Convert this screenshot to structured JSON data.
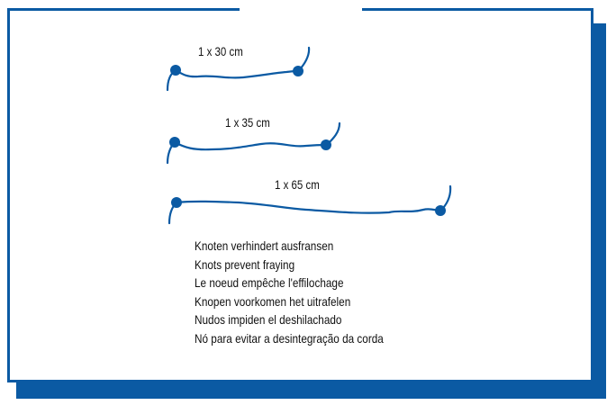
{
  "ropes": [
    {
      "label": "1 x 30 cm"
    },
    {
      "label": "1 x 35 cm"
    },
    {
      "label": "1 x 65 cm"
    }
  ],
  "notes": [
    "Knoten verhindert ausfransen",
    "Knots prevent fraying",
    "Le noeud empêche l'effilochage",
    "Knopen voorkomen het uitrafelen",
    "Nudos impiden el deshilachado",
    "Nó para evitar a desintegração da corda"
  ],
  "colors": {
    "accent": "#0b5aa3",
    "text": "#111111",
    "background": "#ffffff"
  }
}
